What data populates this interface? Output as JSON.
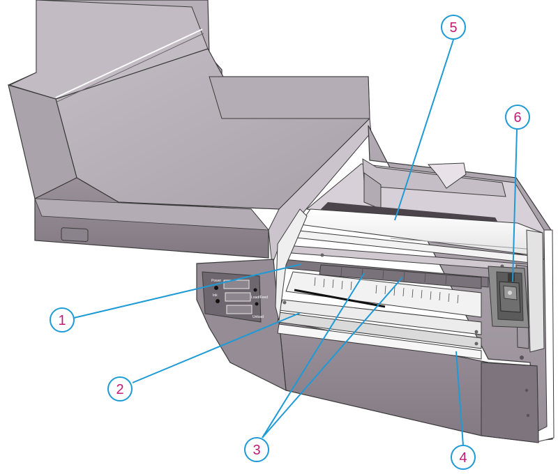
{
  "callouts": [
    {
      "id": "1",
      "label": "1"
    },
    {
      "id": "2",
      "label": "2"
    },
    {
      "id": "3",
      "label": "3"
    },
    {
      "id": "4",
      "label": "4"
    },
    {
      "id": "5",
      "label": "5"
    },
    {
      "id": "6",
      "label": "6"
    }
  ],
  "control_panel": {
    "buttons": [
      "Power",
      "Ink",
      "Load/Feed",
      "Unload"
    ]
  },
  "colors": {
    "body": "#a79fa7",
    "body_dark": "#857c85",
    "leader": "#1e9ad6",
    "callout_text": "#c2187a",
    "outline": "#3a3a3a"
  }
}
